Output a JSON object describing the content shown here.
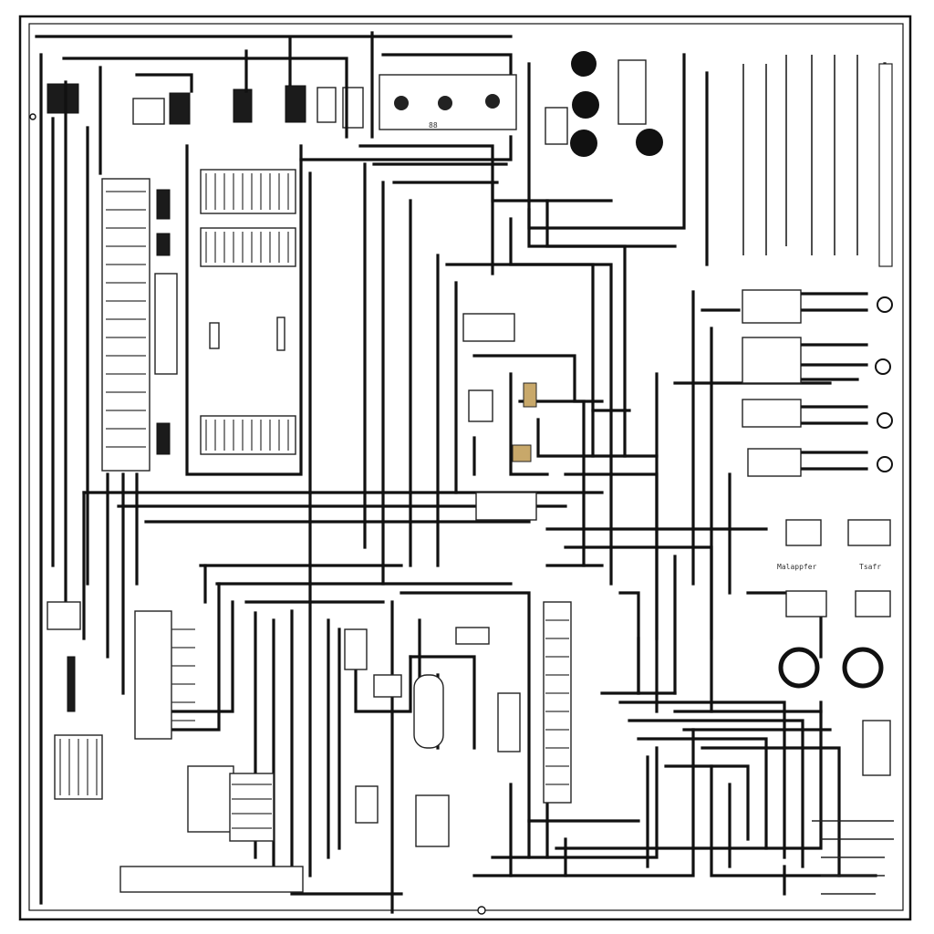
{
  "diagram": {
    "kind": "wiring-schematic",
    "colors": {
      "background": "#ffffff",
      "wire": "#111111",
      "component_fill": "#ffffff",
      "component_dark": "#1b1b1b",
      "accent_tan": "#c8a86a",
      "accent_red": "#b14a3a"
    },
    "labels": {
      "center_caption": "88",
      "right_lower_label_a": "Malappfer",
      "right_lower_label_b": "Tsafr"
    }
  }
}
